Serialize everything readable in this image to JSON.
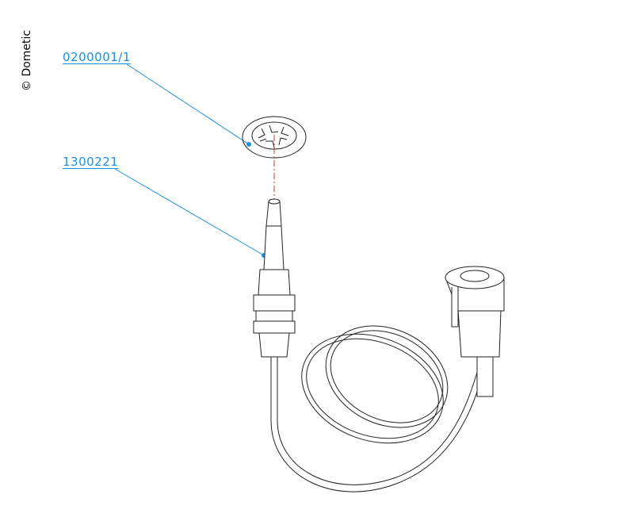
{
  "copyright": "© Dometic",
  "parts": [
    {
      "part_number": "0200001/1"
    },
    {
      "part_number": "1300221"
    }
  ],
  "colors": {
    "callout": "#1a8fe0",
    "axis": "#c0392b",
    "line": "#222222"
  }
}
